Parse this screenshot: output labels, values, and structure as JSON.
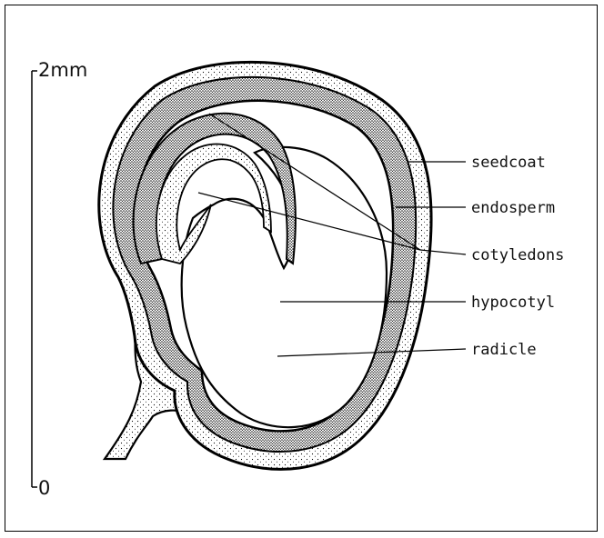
{
  "scale_bar": {
    "top_label": "2mm",
    "bottom_label": "0"
  },
  "labels": {
    "seedcoat": "seedcoat",
    "endosperm": "endosperm",
    "cotyledons": "cotyledons",
    "hypocotyl": "hypocotyl",
    "radicle": "radicle"
  }
}
